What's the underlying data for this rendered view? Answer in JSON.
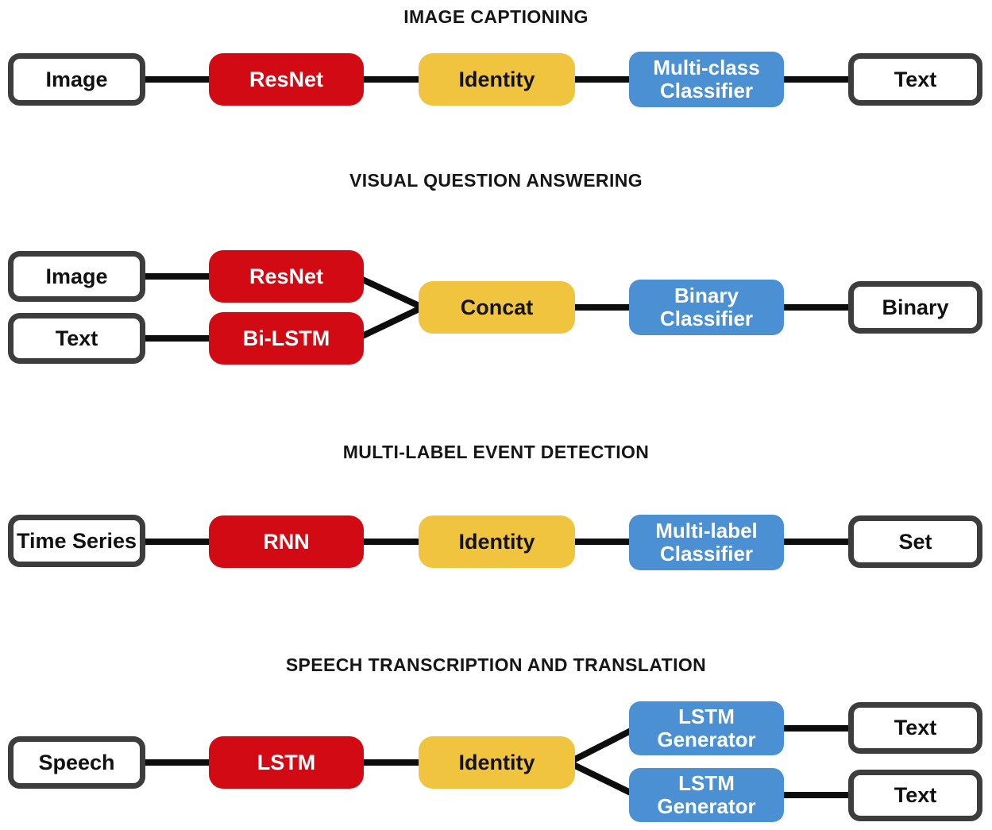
{
  "colors": {
    "model_red": "#D20A14",
    "combine_yellow": "#F0C43E",
    "head_blue": "#4A90D2",
    "io_border_gray": "#3D3D3D",
    "wire_black": "#0D0D0D",
    "title_black": "#161616"
  },
  "sections": [
    {
      "title": "IMAGE CAPTIONING",
      "nodes": {
        "input": "Image",
        "model": "ResNet",
        "combine": "Identity",
        "head": "Multi-class Classifier",
        "output": "Text"
      }
    },
    {
      "title": "VISUAL QUESTION ANSWERING",
      "nodes": {
        "input_top": "Image",
        "input_bottom": "Text",
        "model_top": "ResNet",
        "model_bottom": "Bi-LSTM",
        "combine": "Concat",
        "head": "Binary Classifier",
        "output": "Binary"
      }
    },
    {
      "title": "MULTI-LABEL EVENT DETECTION",
      "nodes": {
        "input": "Time Series",
        "model": "RNN",
        "combine": "Identity",
        "head": "Multi-label Classifier",
        "output": "Set"
      }
    },
    {
      "title": "SPEECH TRANSCRIPTION AND TRANSLATION",
      "nodes": {
        "input": "Speech",
        "model": "LSTM",
        "combine": "Identity",
        "head_top": "LSTM Generator",
        "head_bottom": "LSTM Generator",
        "output_top": "Text",
        "output_bottom": "Text"
      }
    }
  ]
}
